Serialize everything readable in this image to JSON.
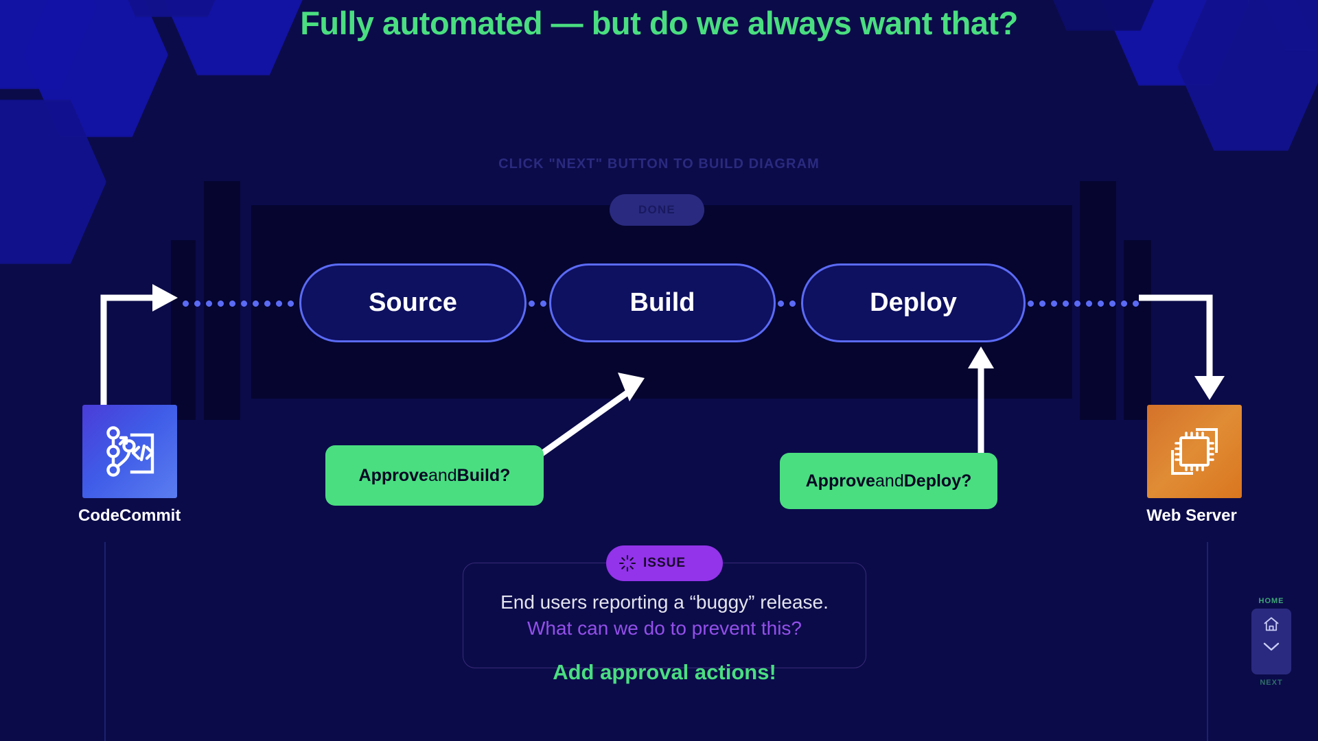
{
  "title": "Fully automated — but do we always want that?",
  "hint": "CLICK \"NEXT\" BUTTON TO BUILD DIAGRAM",
  "done_button": "DONE",
  "pipeline": {
    "stages": [
      {
        "label": "Source"
      },
      {
        "label": "Build"
      },
      {
        "label": "Deploy"
      }
    ]
  },
  "services": {
    "source_service": {
      "label": "CodeCommit",
      "icon": "codecommit-icon"
    },
    "target_service": {
      "label": "Web Server",
      "icon": "ec2-chip-icon"
    }
  },
  "callouts": [
    {
      "bold_1": "Approve",
      "regular": " and ",
      "bold_2": "Build?"
    },
    {
      "bold_1": "Approve",
      "regular": " and ",
      "bold_2": "Deploy?"
    }
  ],
  "issue": {
    "badge_label": "ISSUE",
    "badge_icon": "spinner-icon",
    "line1": "End users reporting a “buggy” release.",
    "line2": "What can we do to prevent this?",
    "answer": "Add approval actions!"
  },
  "nav": {
    "home_label": "HOME",
    "next_label": "NEXT",
    "home_icon": "home-icon",
    "next_icon": "chevron-down-icon"
  },
  "colors": {
    "background": "#0b0b4a",
    "accent_green": "#4ade80",
    "stage_border": "#5b6bf5",
    "issue_purple": "#9333ea",
    "panel_dark": "#050530",
    "hint_muted": "#2a2a80"
  }
}
